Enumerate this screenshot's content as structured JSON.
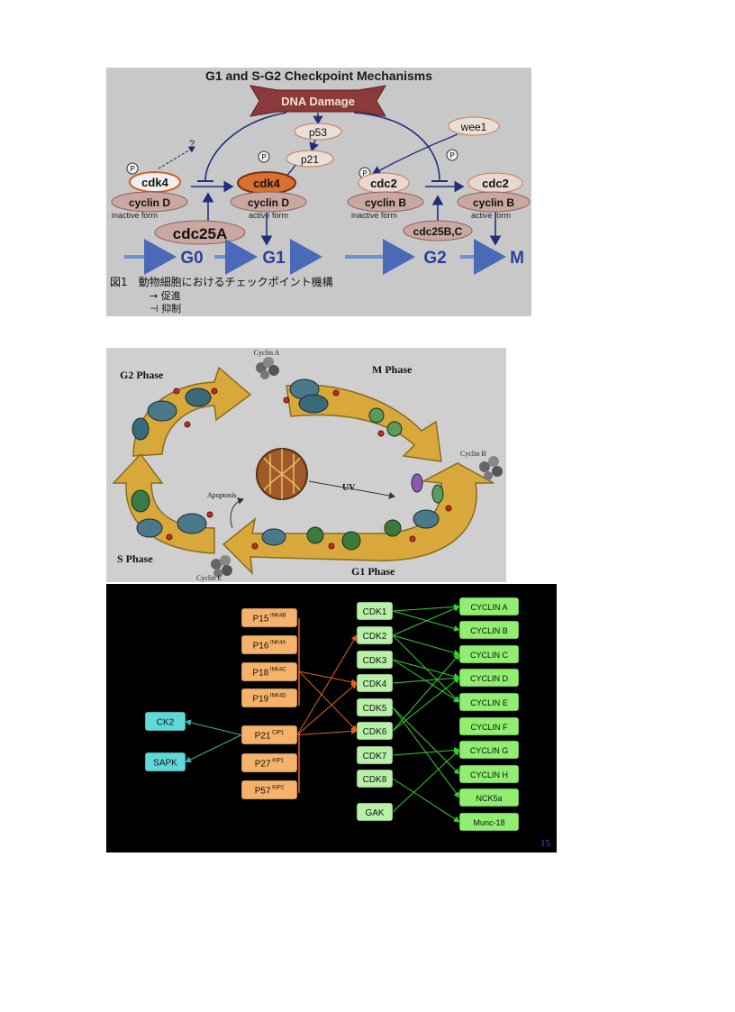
{
  "panel1": {
    "title": "G1 and S-G2 Checkpoint Mechanisms",
    "dna_damage": "DNA Damage",
    "p53": "p53",
    "p21": "p21",
    "wee1": "wee1",
    "phospho": "P",
    "cdk4_inactive": "cdk4",
    "cyclinD_inactive": "cyclin D",
    "inactive_form_1": "inactive form",
    "cdk4_active": "cdk4",
    "cyclinD_active": "cyclin D",
    "active_form_1": "active form",
    "cdc25a": "cdc25A",
    "cdc2_inactive": "cdc2",
    "cyclinB_inactive": "cyclin B",
    "inactive_form_2": "inactive form",
    "cdc2_active": "cdc2",
    "cyclinB_active": "cyclin B",
    "active_form_2": "active form",
    "cdc25bc": "cdc25B,C",
    "question": "?",
    "phase_g0": "G0",
    "phase_g1": "G1",
    "phase_g2": "G2",
    "phase_m": "M",
    "caption": "図1　動物細胞におけるチェックポイント機構",
    "legend_promote": "→ 促進",
    "legend_inhibit": "⊣ 抑制",
    "colors": {
      "background": "#c8c8c8",
      "dna_damage": "#8a3a3a",
      "arrow": "#1f2f7a",
      "phase_arrow": "#6f8fd0"
    }
  },
  "panel2": {
    "g2_phase": "G2 Phase",
    "m_phase": "M Phase",
    "s_phase": "S Phase",
    "g1_phase": "G1 Phase",
    "cyclin_a": "Cyclin A",
    "cyclin_b": "Cyclin B",
    "cyclin_e": "Cyclin E",
    "uv": "UV",
    "apoptosis": "Apoptosis",
    "colors": {
      "arrow_fill": "#d8a93a",
      "arrow_edge": "#8a6a20"
    }
  },
  "panel3": {
    "inhibitors": [
      "P15",
      "P16",
      "P18",
      "P19",
      "P21",
      "P27",
      "P57"
    ],
    "inhibitor_sups": [
      "INK4B",
      "INK4A",
      "INK4C",
      "INK4D",
      "CIP1",
      "KIP1",
      "KIP2"
    ],
    "kinases_left": [
      "CK2",
      "SAPK"
    ],
    "cdks": [
      "CDK1",
      "CDK2",
      "CDK3",
      "CDK4",
      "CDK5",
      "CDK6",
      "CDK7",
      "CDK8",
      "GAK"
    ],
    "partners": [
      "CYCLIN A",
      "CYCLIN B",
      "CYCLIN C",
      "CYCLIN D",
      "CYCLIN E",
      "CYCLIN F",
      "CYCLIN G",
      "CYCLIN H",
      "NCK5a",
      "Munc-18"
    ],
    "page_number": "15",
    "colors": {
      "inhibitor": "#f4b26a",
      "kinase": "#5fd8d8",
      "cdk": "#b8f0a8",
      "partner": "#90ee70",
      "orange_line": "#e06020",
      "green_line": "#30d030",
      "teal_line": "#30b8b0",
      "page_number": "#8a2be2"
    }
  }
}
